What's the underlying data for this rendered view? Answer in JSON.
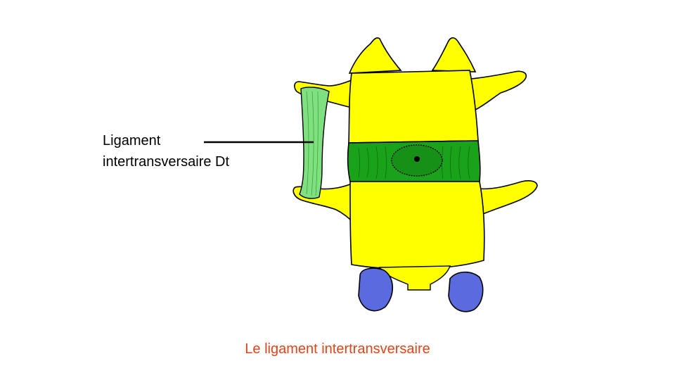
{
  "label": {
    "line1": "Ligament",
    "line2": "intertransversaire Dt"
  },
  "caption": "Le ligament intertransversaire",
  "colors": {
    "bone": "#ffff00",
    "disc": "#1aa31a",
    "ligament": "#7fe07f",
    "pedicle": "#5a6be0",
    "outline": "#000000",
    "caption": "#e0441a"
  }
}
